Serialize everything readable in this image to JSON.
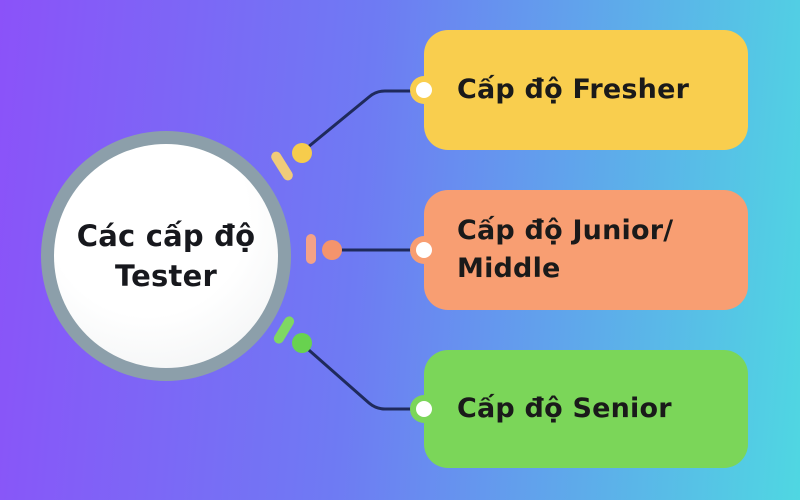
{
  "diagram": {
    "type": "mindmap",
    "center_node": {
      "label_line1": "Các cấp độ",
      "label_line2": "Tester"
    },
    "branches": [
      {
        "id": "fresher",
        "label": "Cấp độ Fresher",
        "color": "#F9CE4E",
        "tick_color": "#F0CB7A",
        "dot_color": "#F6CC4C"
      },
      {
        "id": "junior-middle",
        "label": "Cấp độ Junior/ Middle",
        "color": "#F89E72",
        "tick_color": "#F4A287",
        "dot_color": "#F4946C"
      },
      {
        "id": "senior",
        "label": "Cấp độ Senior",
        "color": "#7BD659",
        "tick_color": "#7FD763",
        "dot_color": "#68D24F"
      }
    ]
  },
  "colors": {
    "bg_left": "#8B52F9",
    "bg_mid": "#6E7BF3",
    "bg_right": "#4FD7E2",
    "ring": "#8C9FAA",
    "circle_text": "#17181D",
    "box_text": "#1A1A1A",
    "connector": "#1F2A5C",
    "b0": "#F9CE4E",
    "b1": "#F89E72",
    "b2": "#7BD659"
  }
}
